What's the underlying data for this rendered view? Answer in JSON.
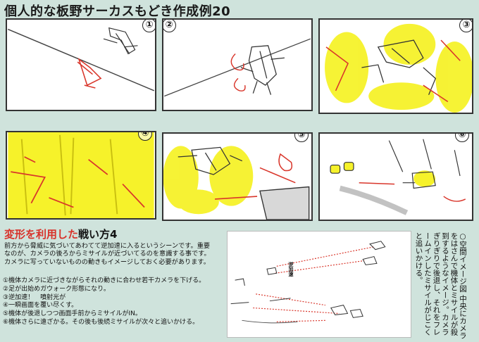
{
  "title": "個人的な板野サーカスもどき作成例20",
  "panels": [
    {
      "number": "①"
    },
    {
      "number": "②"
    },
    {
      "number": "③"
    },
    {
      "number": "④"
    },
    {
      "number": "⑤"
    },
    {
      "number": "⑥"
    }
  ],
  "subtitle": {
    "red": "変形を利用した",
    "black": "戦い方4"
  },
  "description": "前方から脅威に気づいてあわてて逆加速に入るというシーンです。重要なのが、カメラの後ろからミサイルが近づいてるのを意識する事です。カメラに写っていないものの動きもイメージしておく必要があります。",
  "steps": [
    "①機体カメラに近づきながらそれの動きに合わせ若干カメラを下げる。",
    "②足が出始めガウォーク形態になり。",
    "③逆加速！　噴射光が",
    "④一瞬画面を覆い尽くす。",
    "⑤機体が後退しつつ画面手前からミサイルがIN。",
    "⑥機体さらに遠ざかる。その後も後続ミサイルが次々と追いかける。"
  ],
  "image_label": "逆加速",
  "vertical_note": "○空間イメージ図 中央にカメラをはさんで機体とミサイルが殺到するようなイメージ。カメラぎりぎりで後退し、それをフレームインしたミサイルがじこくと追いかける。",
  "colors": {
    "highlight": "#f6f22a",
    "arrow": "#d9362b",
    "background": "#cfe3dc"
  }
}
